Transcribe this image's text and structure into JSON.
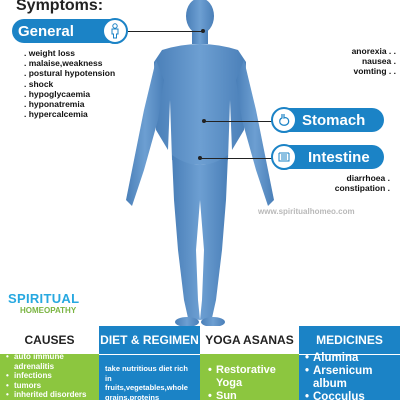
{
  "heading": "Symptoms:",
  "general": {
    "label": "General",
    "items": [
      ". weight loss",
      ". malaise,weakness",
      ". postural hypotension",
      ". shock",
      ". hypoglycaemia",
      ". hyponatremia",
      ". hypercalcemia"
    ]
  },
  "general_right": [
    "anorexia . .",
    "nausea .",
    "vomting . ."
  ],
  "stomach": {
    "label": "Stomach"
  },
  "intestine": {
    "label": "Intestine",
    "items": [
      "diarrhoea .",
      "constipation ."
    ]
  },
  "watermark": "www.spiritualhomeo.com",
  "brand": {
    "line1": "SPIRITUAL",
    "line2": "HOMEOPATHY"
  },
  "panels": {
    "causes": {
      "title": "CAUSES",
      "items": [
        "auto immune adrenalitis",
        "infections",
        "tumors",
        "inherited disorders"
      ]
    },
    "diet": {
      "title": "DIET & REGIMEN",
      "items": [
        "take nutritious diet rich in",
        "fruits,vegetables,whole grains,proteins"
      ]
    },
    "yoga": {
      "title": "YOGA ASANAS",
      "items": [
        "Restorative Yoga",
        "Sun Salutations"
      ]
    },
    "medicines": {
      "title": "MEDICINES",
      "items": [
        "Alumina",
        "Arsenicum album",
        "Cocculus"
      ]
    }
  },
  "colors": {
    "blue": "#1b83c6",
    "green": "#8cc63f",
    "body_figure": "#5b8fc6"
  }
}
